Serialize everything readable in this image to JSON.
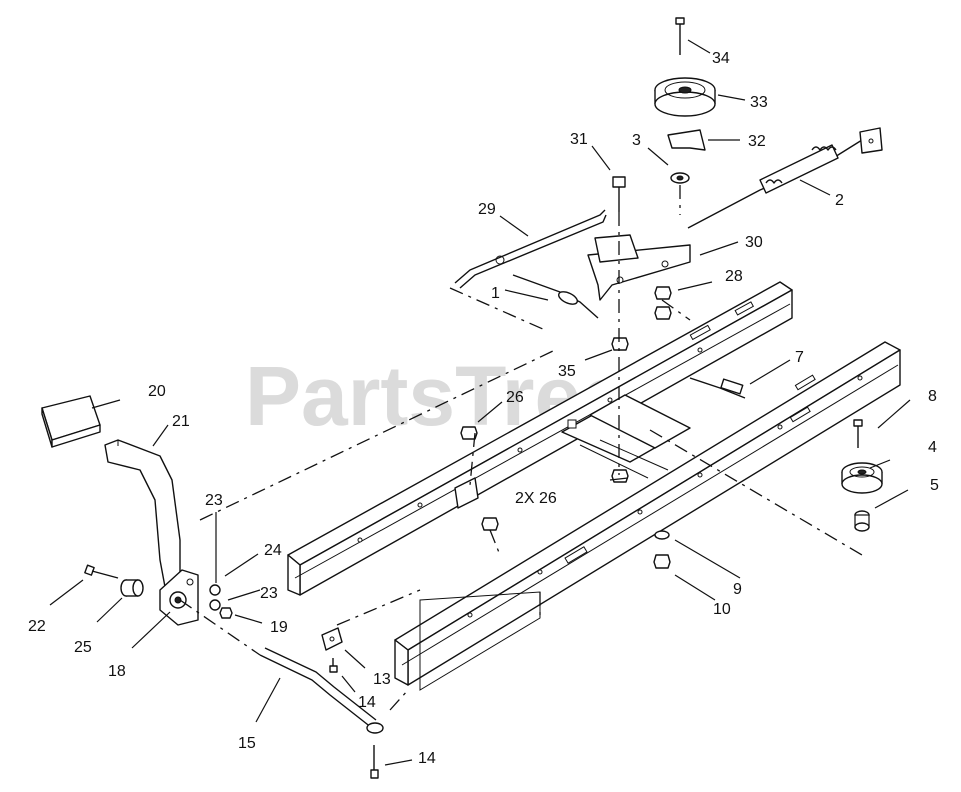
{
  "watermark": "PartsTree",
  "callouts": {
    "c1": "1",
    "c2": "2",
    "c3": "3",
    "c4": "4",
    "c5": "5",
    "c7": "7",
    "c8": "8",
    "c9": "9",
    "c10": "10",
    "c13": "13",
    "c14a": "14",
    "c14b": "14",
    "c15": "15",
    "c18": "18",
    "c19": "19",
    "c20": "20",
    "c21": "21",
    "c22": "22",
    "c23a": "23",
    "c23b": "23",
    "c24": "24",
    "c25": "25",
    "c26a": "26",
    "c26b": "2X 26",
    "c28": "28",
    "c29": "29",
    "c30": "30",
    "c31": "31",
    "c32": "32",
    "c33": "33",
    "c34": "34",
    "c35": "35"
  }
}
